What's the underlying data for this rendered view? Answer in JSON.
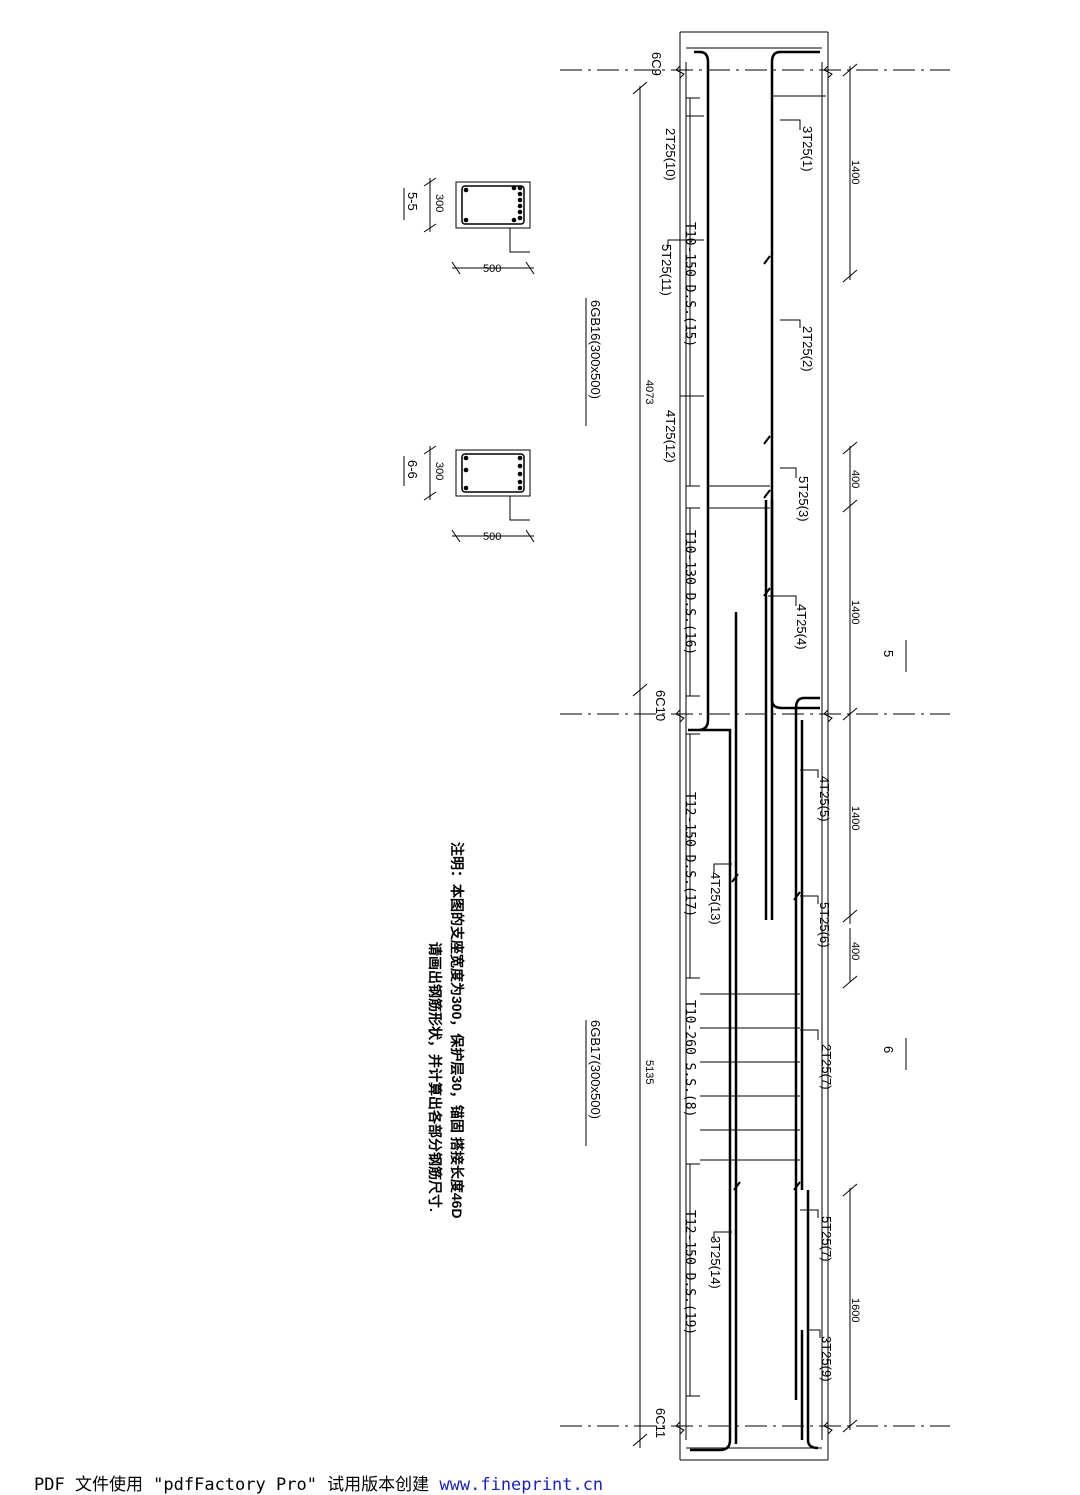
{
  "axes": {
    "top": "6C9",
    "middle": "6C10",
    "bottom": "6C11"
  },
  "beams": [
    {
      "name": "6GB16(300x500)",
      "length": "4073"
    },
    {
      "name": "6GB17(300x500)",
      "length": "5135"
    }
  ],
  "top_bars": [
    "3T25(1)",
    "2T25(2)",
    "5T25(3)",
    "4T25(4)",
    "4T25(5)",
    "5T25(6)",
    "2T25(7)",
    "5T25(7)",
    "3T25(9)"
  ],
  "bottom_bars": [
    "2T25(10)",
    "5T25(11)",
    "4T25(12)",
    "4T25(13)",
    "3T25(14)"
  ],
  "stirrups": [
    "T10-150 D.S.(15)",
    "T10-130 D.S.(16)",
    "T12-150 D.S.(17)",
    "T10-260 S.S.(8)",
    "T12-150 D.S.(19)"
  ],
  "dimensions": {
    "d1": "1400",
    "d2": "400",
    "d3": "1400",
    "d4": "1400",
    "d5": "400",
    "d6": "1600"
  },
  "section_marks": {
    "s5": "5",
    "s6": "6"
  },
  "sections": [
    {
      "title": "5-5",
      "width": "300",
      "height": "500"
    },
    {
      "title": "6-6",
      "width": "300",
      "height": "500"
    }
  ],
  "note": {
    "line1": "注明：本图的支座宽度为300，保护层30，锚固 搭接长度46D",
    "line2": "请画出钢筋形状，并计算出各部分钢筋尺寸."
  },
  "footer": {
    "text": "PDF 文件使用 \"pdfFactory Pro\" 试用版本创建 ",
    "link": "www.fineprint.cn"
  }
}
